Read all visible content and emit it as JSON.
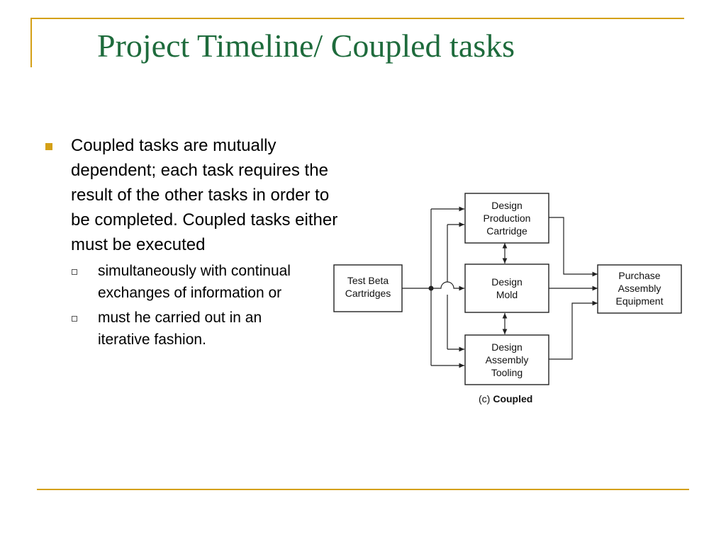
{
  "slide": {
    "title": "Project Timeline/ Coupled tasks",
    "accent_color": "#d4a017",
    "title_color": "#1e6b3c"
  },
  "bullets": {
    "main": "Coupled tasks are mutually dependent; each task requires the result of the other tasks in order to be completed. Coupled tasks either must be executed",
    "sub": [
      "simultaneously with continual exchanges of information or",
      "must he carried out in an iterative fashion."
    ]
  },
  "diagram": {
    "nodes": {
      "test_beta": [
        "Test Beta",
        "Cartridges"
      ],
      "production": [
        "Design",
        "Production",
        "Cartridge"
      ],
      "mold": [
        "Design",
        "Mold"
      ],
      "tooling": [
        "Design",
        "Assembly",
        "Tooling"
      ],
      "purchase": [
        "Purchase",
        "Assembly",
        "Equipment"
      ]
    },
    "caption": {
      "prefix": "(c)",
      "label": "Coupled"
    }
  }
}
